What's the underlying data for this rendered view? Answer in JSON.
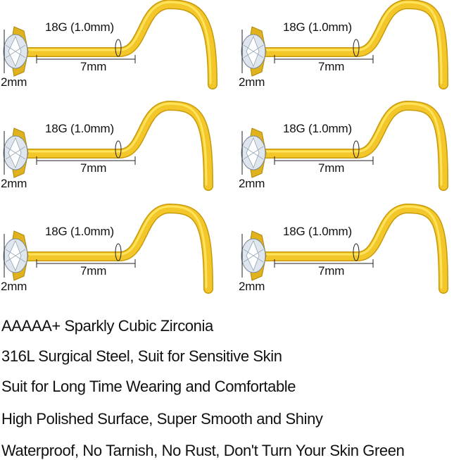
{
  "colors": {
    "gold_light": "#ffe35a",
    "gold_mid": "#f3c62a",
    "gold_dark": "#c99a08",
    "stone": "#dfe6ee",
    "line": "#222222"
  },
  "studs": [
    {
      "gauge_label": "18G (1.0mm)",
      "length_label": "7mm",
      "diameter_label": "2mm"
    },
    {
      "gauge_label": "18G (1.0mm)",
      "length_label": "7mm",
      "diameter_label": "2mm"
    },
    {
      "gauge_label": "18G (1.0mm)",
      "length_label": "7mm",
      "diameter_label": "2mm"
    },
    {
      "gauge_label": "18G (1.0mm)",
      "length_label": "7mm",
      "diameter_label": "2mm"
    },
    {
      "gauge_label": "18G (1.0mm)",
      "length_label": "7mm",
      "diameter_label": "2mm"
    },
    {
      "gauge_label": "18G (1.0mm)",
      "length_label": "7mm",
      "diameter_label": "2mm"
    }
  ],
  "features": [
    "AAAAA+ Sparkly Cubic Zirconia",
    "316L Surgical Steel, Suit for Sensitive Skin",
    "Suit for Long Time Wearing and Comfortable",
    "High Polished Surface, Super Smooth and Shiny",
    "Waterproof, No Tarnish, No Rust, Don't Turn Your Skin Green"
  ]
}
